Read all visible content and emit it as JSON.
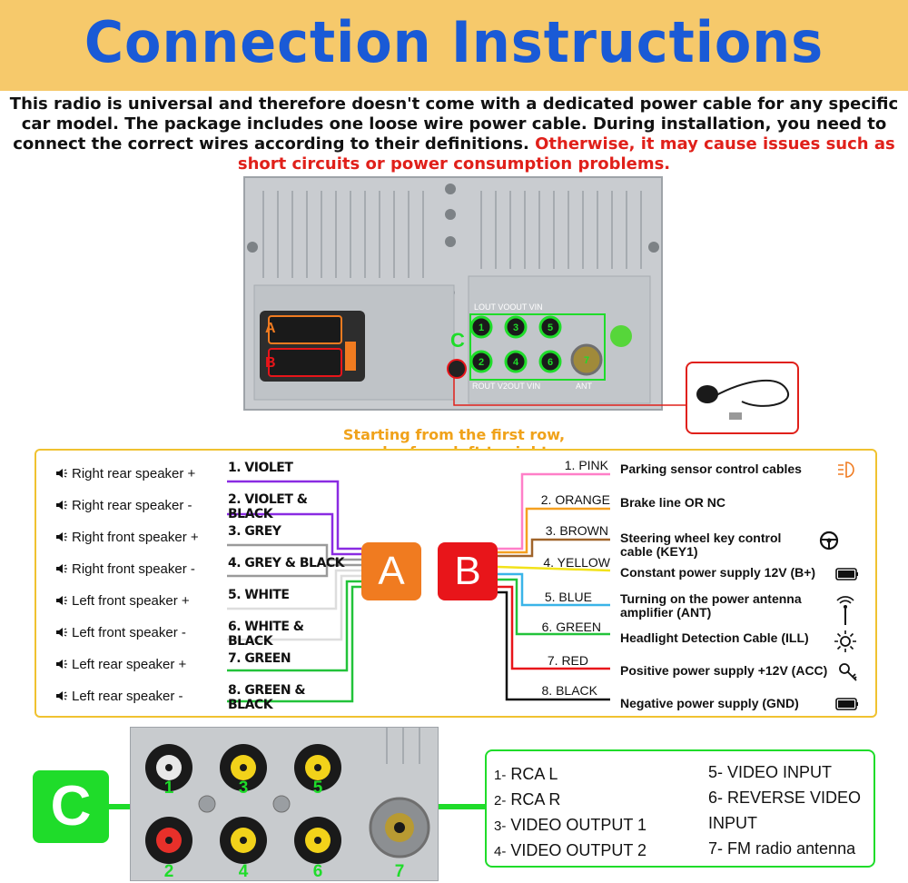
{
  "title": "Connection Instructions",
  "intro": {
    "text": "This radio is universal and therefore doesn't come with a dedicated power cable for any specific car model. The package includes one loose wire power cable. During installation, you need to connect the correct wires according to their definitions.",
    "warning": "Otherwise, it may cause issues such as short circuits or power consumption problems."
  },
  "unit_labels": {
    "a": "A",
    "b": "B",
    "c": "C",
    "top_row": "LOUT VOOUT VIN",
    "bottom_row": "ROUT V2OUT VIN",
    "ant": "ANT",
    "port_1": "1",
    "port_2": "2",
    "port_3": "3",
    "port_4": "4",
    "port_5": "5",
    "port_6": "6",
    "port_7": "7"
  },
  "order_note": {
    "line1": "Starting from the first row,",
    "line2": "order from left to right"
  },
  "connector_a": {
    "label": "A",
    "items": [
      {
        "function": "Right rear speaker +",
        "wire": "1. VIOLET",
        "color": "#8a2be2"
      },
      {
        "function": "Right rear speaker -",
        "wire": "2. VIOLET & BLACK",
        "color": "#8a2be2"
      },
      {
        "function": "Right front speaker +",
        "wire": "3. GREY",
        "color": "#9a9a9a"
      },
      {
        "function": "Right front speaker -",
        "wire": "4. GREY & BLACK",
        "color": "#9a9a9a"
      },
      {
        "function": "Left front speaker +",
        "wire": "5. WHITE",
        "color": "#dddddd"
      },
      {
        "function": "Left front speaker -",
        "wire": "6. WHITE & BLACK",
        "color": "#dddddd"
      },
      {
        "function": "Left rear speaker +",
        "wire": "7. GREEN",
        "color": "#22c33a"
      },
      {
        "function": "Left rear speaker -",
        "wire": "8. GREEN & BLACK",
        "color": "#22c33a"
      }
    ]
  },
  "connector_b": {
    "label": "B",
    "items": [
      {
        "wire": "1. PINK",
        "function": "Parking sensor control cables",
        "color": "#ff7fc8",
        "icon": "parking-light-icon"
      },
      {
        "wire": "2. ORANGE",
        "function": "Brake line OR NC",
        "color": "#f5a020",
        "icon": ""
      },
      {
        "wire": "3. BROWN",
        "function": "Steering wheel key control cable (KEY1)",
        "color": "#a0642a",
        "icon": "steering-wheel-icon"
      },
      {
        "wire": "4. YELLOW",
        "function": "Constant power supply 12V (B+)",
        "color": "#f2e21a",
        "icon": "battery-icon"
      },
      {
        "wire": "5. BLUE",
        "function": "Turning on the power antenna amplifier (ANT)",
        "color": "#3ab4e8",
        "icon": "antenna-icon"
      },
      {
        "wire": "6. GREEN",
        "function": "Headlight Detection Cable (ILL)",
        "color": "#22c33a",
        "icon": "sun-icon"
      },
      {
        "wire": "7. RED",
        "function": "Positive power supply +12V (ACC)",
        "color": "#e8151a",
        "icon": "key-icon"
      },
      {
        "wire": "8. BLACK",
        "function": "Negative power supply (GND)",
        "color": "#111111",
        "icon": "battery-icon"
      }
    ]
  },
  "rca": {
    "label": "C",
    "items": [
      {
        "num": "1-",
        "label": "RCA L"
      },
      {
        "num": "2-",
        "label": "RCA R"
      },
      {
        "num": "3-",
        "label": "VIDEO OUTPUT 1"
      },
      {
        "num": "4-",
        "label": "VIDEO OUTPUT 2"
      },
      {
        "num": "",
        "label": "5- VIDEO INPUT"
      },
      {
        "num": "",
        "label": "6- REVERSE VIDEO"
      },
      {
        "num": "",
        "label": "INPUT"
      },
      {
        "num": "",
        "label": "7- FM radio antenna"
      }
    ],
    "jack_numbers": [
      "1",
      "3",
      "5",
      "2",
      "4",
      "6",
      "7"
    ]
  }
}
